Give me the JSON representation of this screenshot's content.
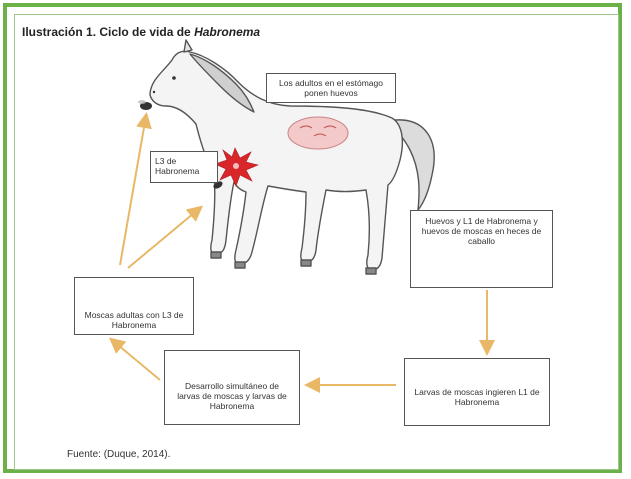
{
  "figure": {
    "title_prefix": "Ilustración 1.  Ciclo de vida de ",
    "title_italic": "Habronema",
    "source": "Fuente: (Duque, 2014)."
  },
  "stages": {
    "adults_stomach": "Los adultos en el estómago ponen huevos",
    "l3_horse": "L3 de Habronema",
    "eggs_feces": "Huevos y L1 de Habronema y huevos de moscas en heces de caballo",
    "fly_larvae": "Larvas de moscas ingieren L1 de Habronema",
    "simultaneous_dev": "Desarrollo simultáneo de larvas de moscas y larvas de Habronema",
    "adult_flies": "Moscas adultas con L3 de Habronema"
  },
  "colors": {
    "frame_border": "#6cb04a",
    "arrow": "#e8b866",
    "lesion": "#d8262a",
    "feces": "#9a4a2a"
  }
}
